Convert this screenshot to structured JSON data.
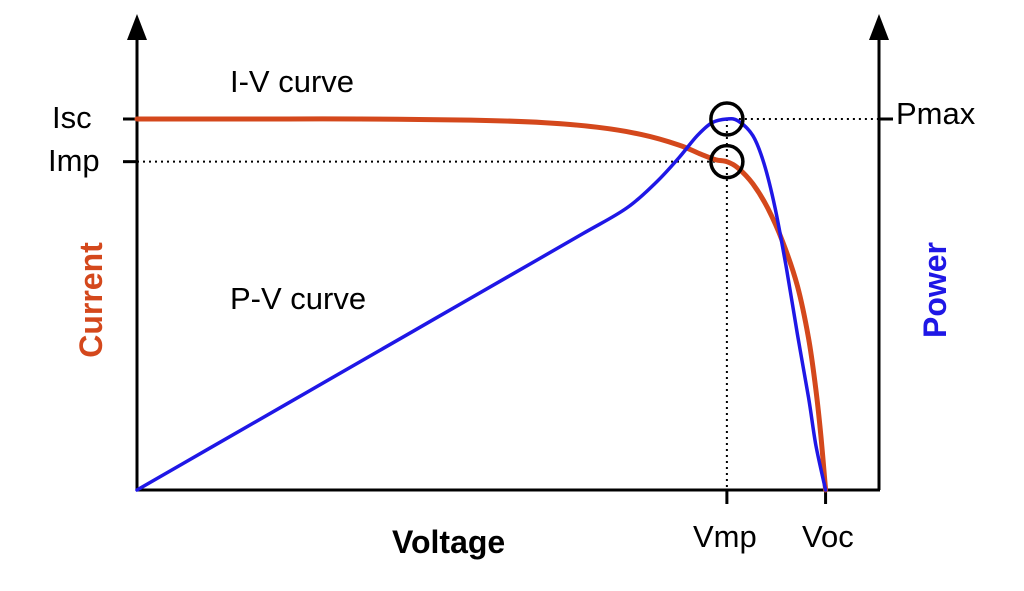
{
  "chart_data": {
    "type": "line",
    "xlabel": "Voltage",
    "ylabel_left": "Current",
    "ylabel_right": "Power",
    "x_ticks": [
      {
        "label": "Vmp",
        "x": 0.795
      },
      {
        "label": "Voc",
        "x": 0.928
      }
    ],
    "y_left_ticks": [
      {
        "label": "Isc",
        "y": 1.0
      },
      {
        "label": "Imp",
        "y": 0.885
      }
    ],
    "y_right_ticks": [
      {
        "label": "Pmax",
        "y": 1.0
      }
    ],
    "xlim": [
      0,
      1.0
    ],
    "ylim": [
      0,
      1.0
    ],
    "series": [
      {
        "name": "I-V curve",
        "color": "#d4481c",
        "points": [
          [
            0,
            1.0
          ],
          [
            0.15,
            1.0
          ],
          [
            0.3,
            1.0
          ],
          [
            0.45,
            0.997
          ],
          [
            0.55,
            0.99
          ],
          [
            0.62,
            0.978
          ],
          [
            0.68,
            0.958
          ],
          [
            0.73,
            0.93
          ],
          [
            0.76,
            0.905
          ],
          [
            0.78,
            0.89
          ],
          [
            0.795,
            0.885
          ],
          [
            0.81,
            0.868
          ],
          [
            0.83,
            0.825
          ],
          [
            0.85,
            0.76
          ],
          [
            0.87,
            0.67
          ],
          [
            0.89,
            0.55
          ],
          [
            0.905,
            0.41
          ],
          [
            0.915,
            0.27
          ],
          [
            0.922,
            0.14
          ],
          [
            0.928,
            0
          ]
        ]
      },
      {
        "name": "P-V curve",
        "color": "#1f17e6",
        "points": [
          [
            0,
            0
          ],
          [
            0.1,
            0.115
          ],
          [
            0.2,
            0.23
          ],
          [
            0.3,
            0.345
          ],
          [
            0.4,
            0.46
          ],
          [
            0.5,
            0.575
          ],
          [
            0.6,
            0.69
          ],
          [
            0.66,
            0.76
          ],
          [
            0.7,
            0.83
          ],
          [
            0.73,
            0.895
          ],
          [
            0.755,
            0.955
          ],
          [
            0.775,
            0.99
          ],
          [
            0.795,
            1.0
          ],
          [
            0.81,
            0.995
          ],
          [
            0.83,
            0.955
          ],
          [
            0.845,
            0.88
          ],
          [
            0.86,
            0.76
          ],
          [
            0.875,
            0.6
          ],
          [
            0.89,
            0.42
          ],
          [
            0.905,
            0.25
          ],
          [
            0.915,
            0.12
          ],
          [
            0.928,
            0
          ]
        ]
      }
    ],
    "annotations": [
      {
        "text": "I-V curve",
        "series": "I-V curve"
      },
      {
        "text": "P-V curve",
        "series": "P-V curve"
      }
    ],
    "markers": [
      {
        "name": "pmax-marker",
        "x": 0.795,
        "y": 1.0,
        "series": "P-V curve"
      },
      {
        "name": "imp-marker",
        "x": 0.795,
        "y": 0.885,
        "series": "I-V curve"
      }
    ],
    "colors": {
      "current": "#d4481c",
      "power": "#1f17e6",
      "axis": "#000000"
    },
    "grid": false,
    "legend": "none"
  }
}
